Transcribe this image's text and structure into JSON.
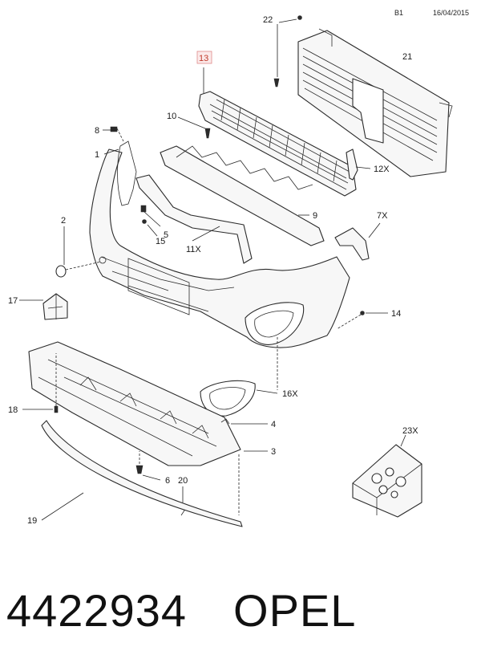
{
  "header": {
    "sheet": "B1",
    "date": "16/04/2015"
  },
  "callouts": {
    "c22": "22",
    "c13": "13",
    "c21": "21",
    "c10": "10",
    "c8": "8",
    "c1": "1",
    "c12x": "12X",
    "c9": "9",
    "c7x": "7X",
    "c2": "2",
    "c5": "5",
    "c15": "15",
    "c11x": "11X",
    "c17": "17",
    "c14": "14",
    "c16x": "16X",
    "c18": "18",
    "c4": "4",
    "c3": "3",
    "c23x": "23X",
    "c6": "6",
    "c20": "20",
    "c19": "19"
  },
  "footer": {
    "part_number": "4422934",
    "brand": "OPEL"
  },
  "colors": {
    "line": "#2b2b2b",
    "highlight": "#c0392b"
  }
}
